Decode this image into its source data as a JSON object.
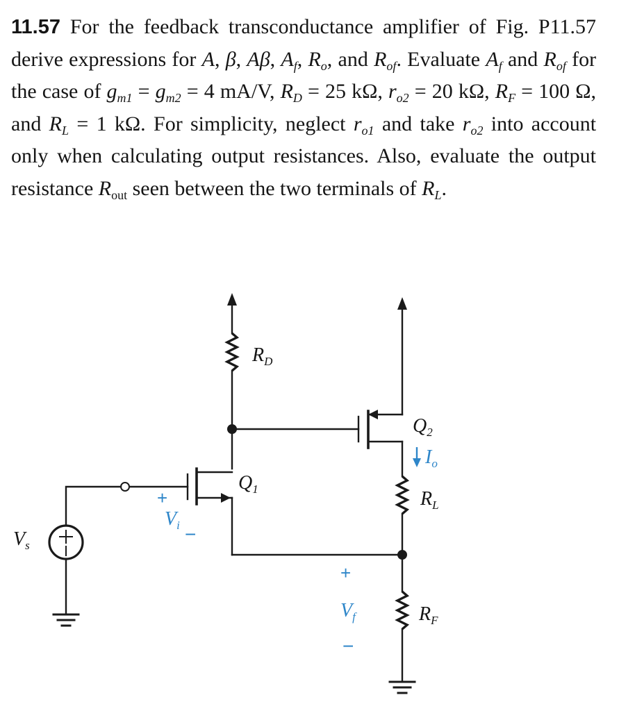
{
  "problem": {
    "number": "11.57",
    "t1": "For the feedback transconductance amplifier of Fig. P11.57 derive expressions for",
    "qty": [
      "A",
      "β",
      "Aβ",
      "A",
      "R",
      "R"
    ],
    "qty_sub": [
      "f",
      "o",
      "of"
    ],
    "and_word": "and",
    "evaluate": "Evaluate",
    "for_case": "for the case of",
    "gm": "g",
    "gm1_sub": "m1",
    "gm2_sub": "m2",
    "gm_value": "= 4 mA/V,",
    "rd_sym": "R",
    "rd_sub": "D",
    "rd_value": "= 25 kΩ,",
    "ro_sym": "r",
    "ro2_sub": "o2",
    "ro2_value": "= 20 kΩ,",
    "rf_sym": "R",
    "rf_sub": "F",
    "rf_value": "= 100 Ω, and",
    "rl_sym": "R",
    "rl_sub": "L",
    "rl_value": "= 1 kΩ.",
    "t_for_simplicity": "For simplicity, neglect",
    "ro1_sub": "o1",
    "t_take": "and take",
    "t_account": "into account only when calculating output resistances. Also, evaluate the output resistance",
    "rout_sub": "out",
    "t_seen": "seen between the two terminals of"
  },
  "figure": {
    "rd_label": "R",
    "rd_label_sub": "D",
    "q1_label": "Q",
    "q1_label_sub": "1",
    "q2_label": "Q",
    "q2_label_sub": "2",
    "io_label": "I",
    "io_label_sub": "o",
    "rl_label": "R",
    "rl_label_sub": "L",
    "rf_label": "R",
    "rf_label_sub": "F",
    "vs_label": "V",
    "vs_label_sub": "s",
    "vi_label": "V",
    "vi_label_sub": "i",
    "vf_label": "V",
    "vf_label_sub": "f",
    "plus": "+",
    "minus": "−",
    "annotation_color": "#2e86c9"
  }
}
